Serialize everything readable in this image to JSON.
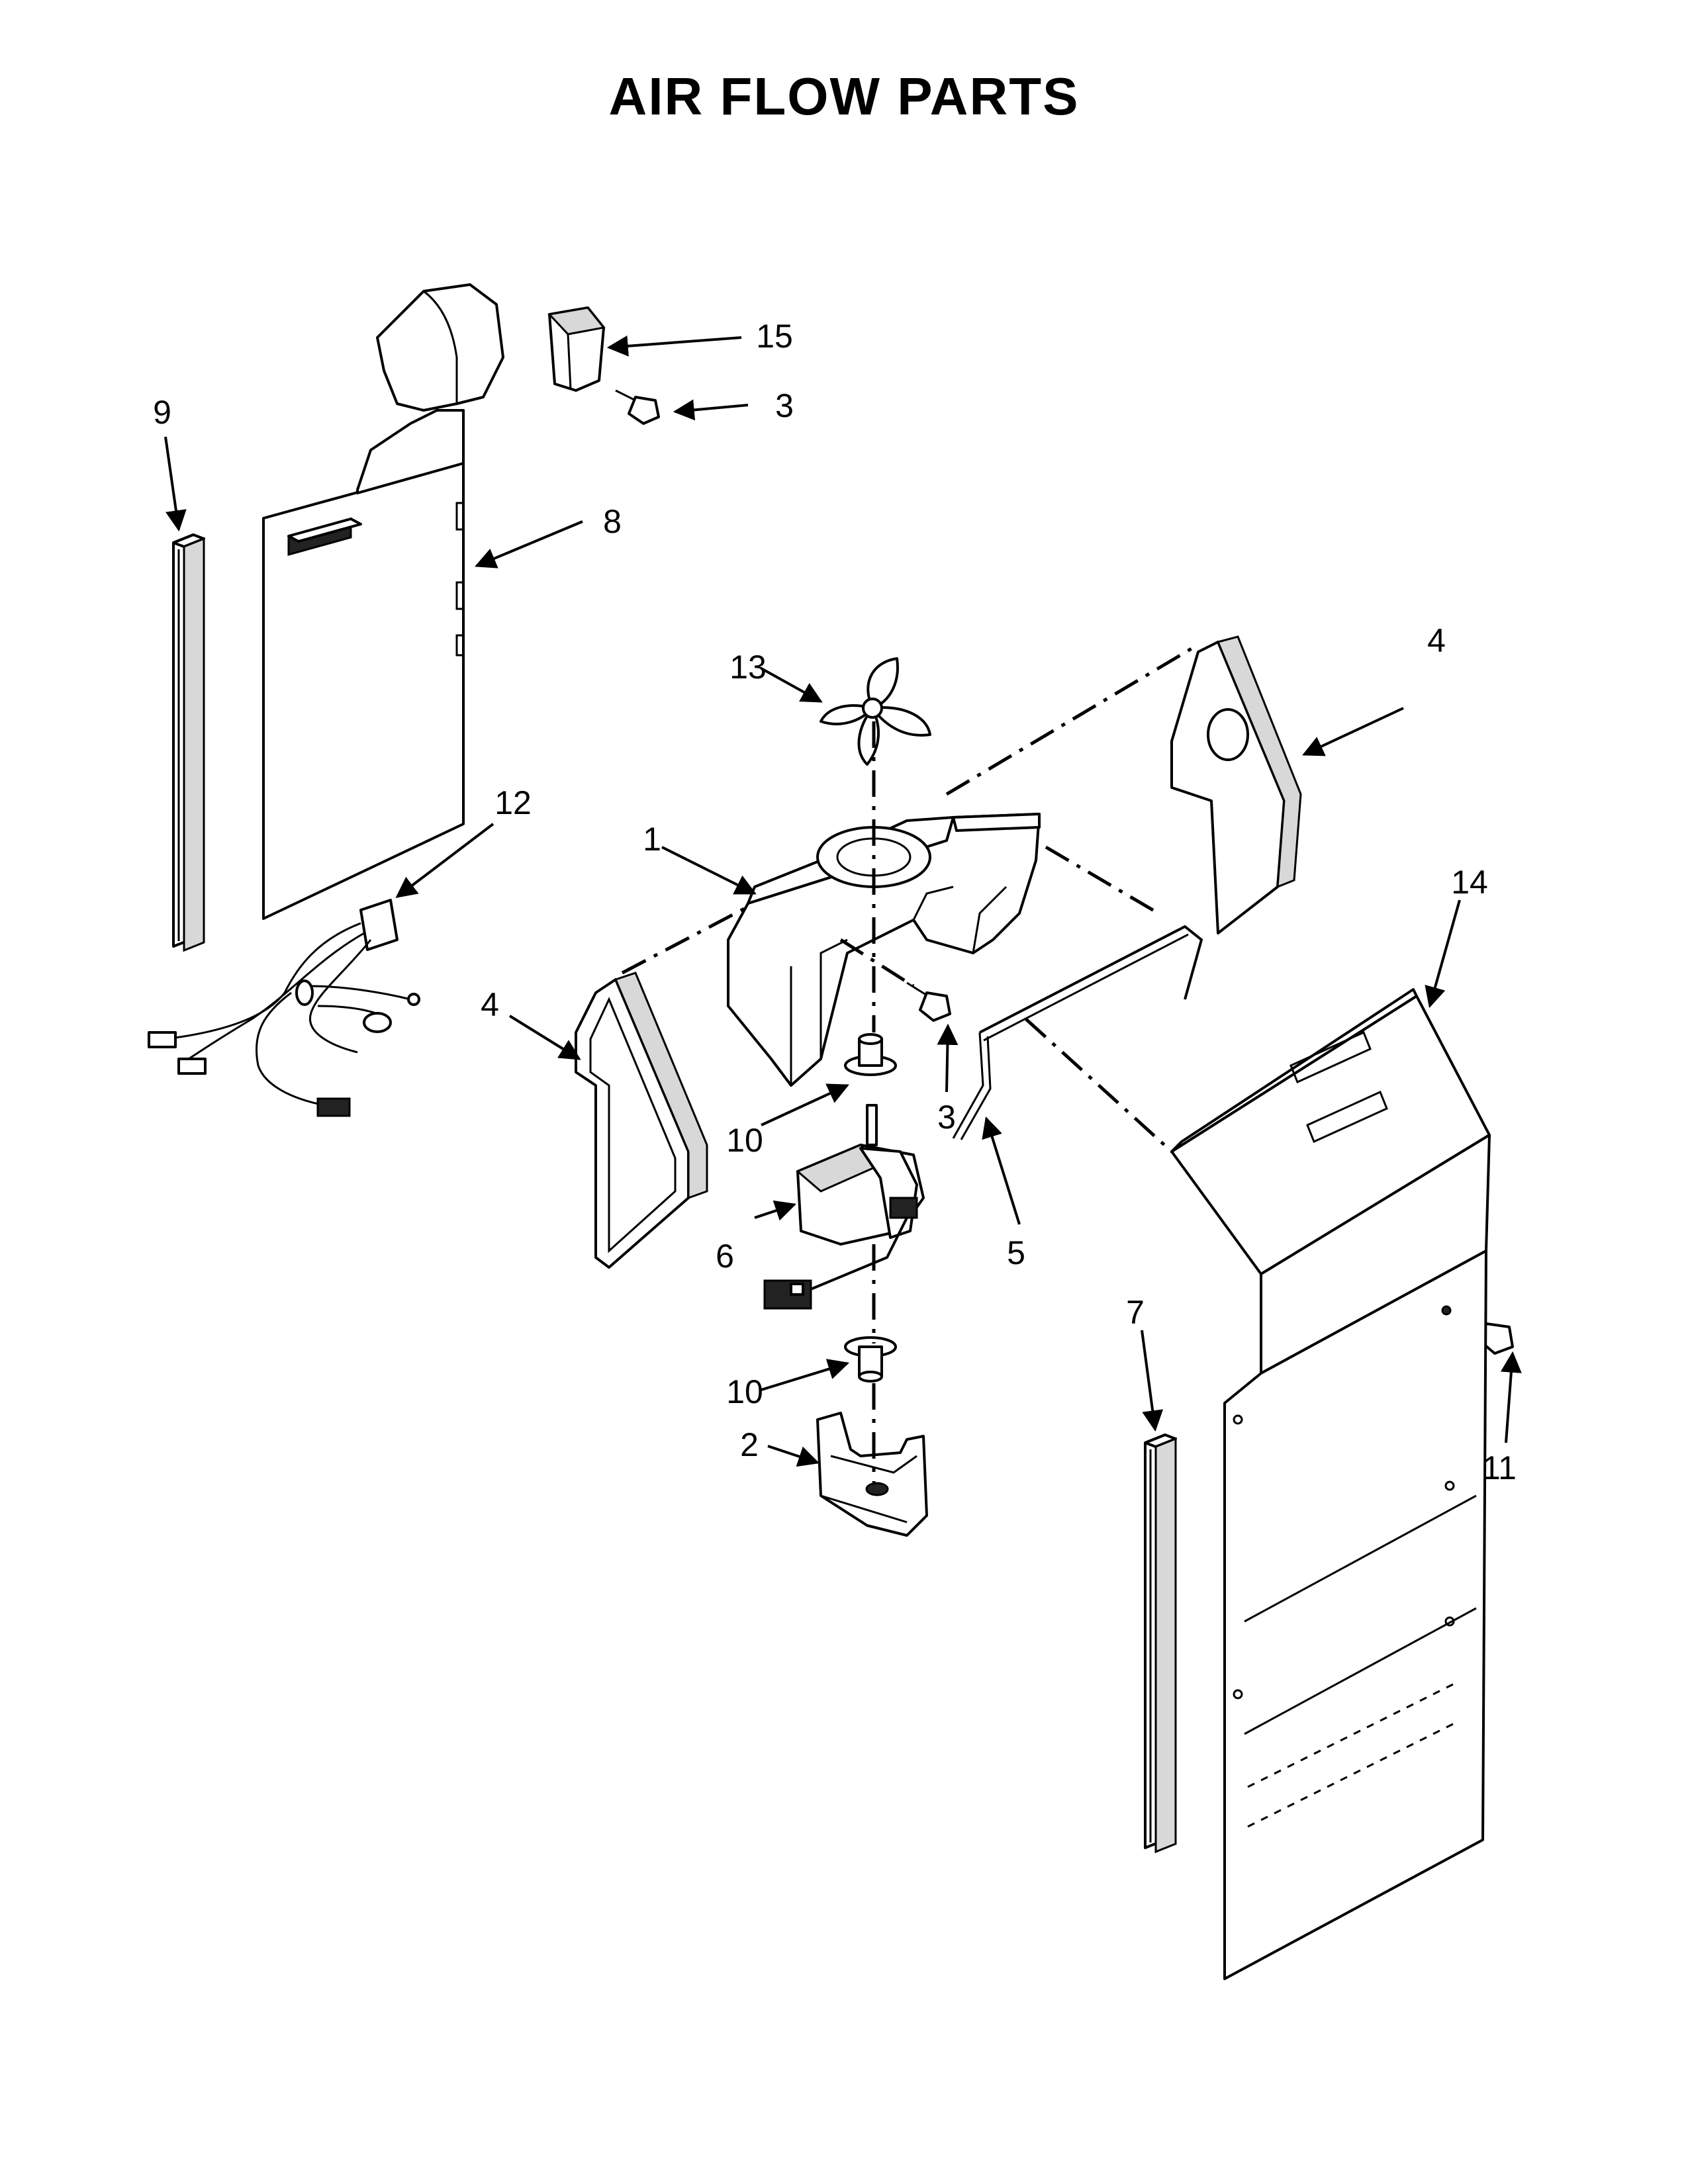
{
  "title": "AIR FLOW PARTS",
  "callouts": [
    "1",
    "2",
    "3",
    "3",
    "4",
    "4",
    "5",
    "6",
    "7",
    "8",
    "9",
    "10",
    "10",
    "11",
    "12",
    "13",
    "14",
    "15"
  ]
}
